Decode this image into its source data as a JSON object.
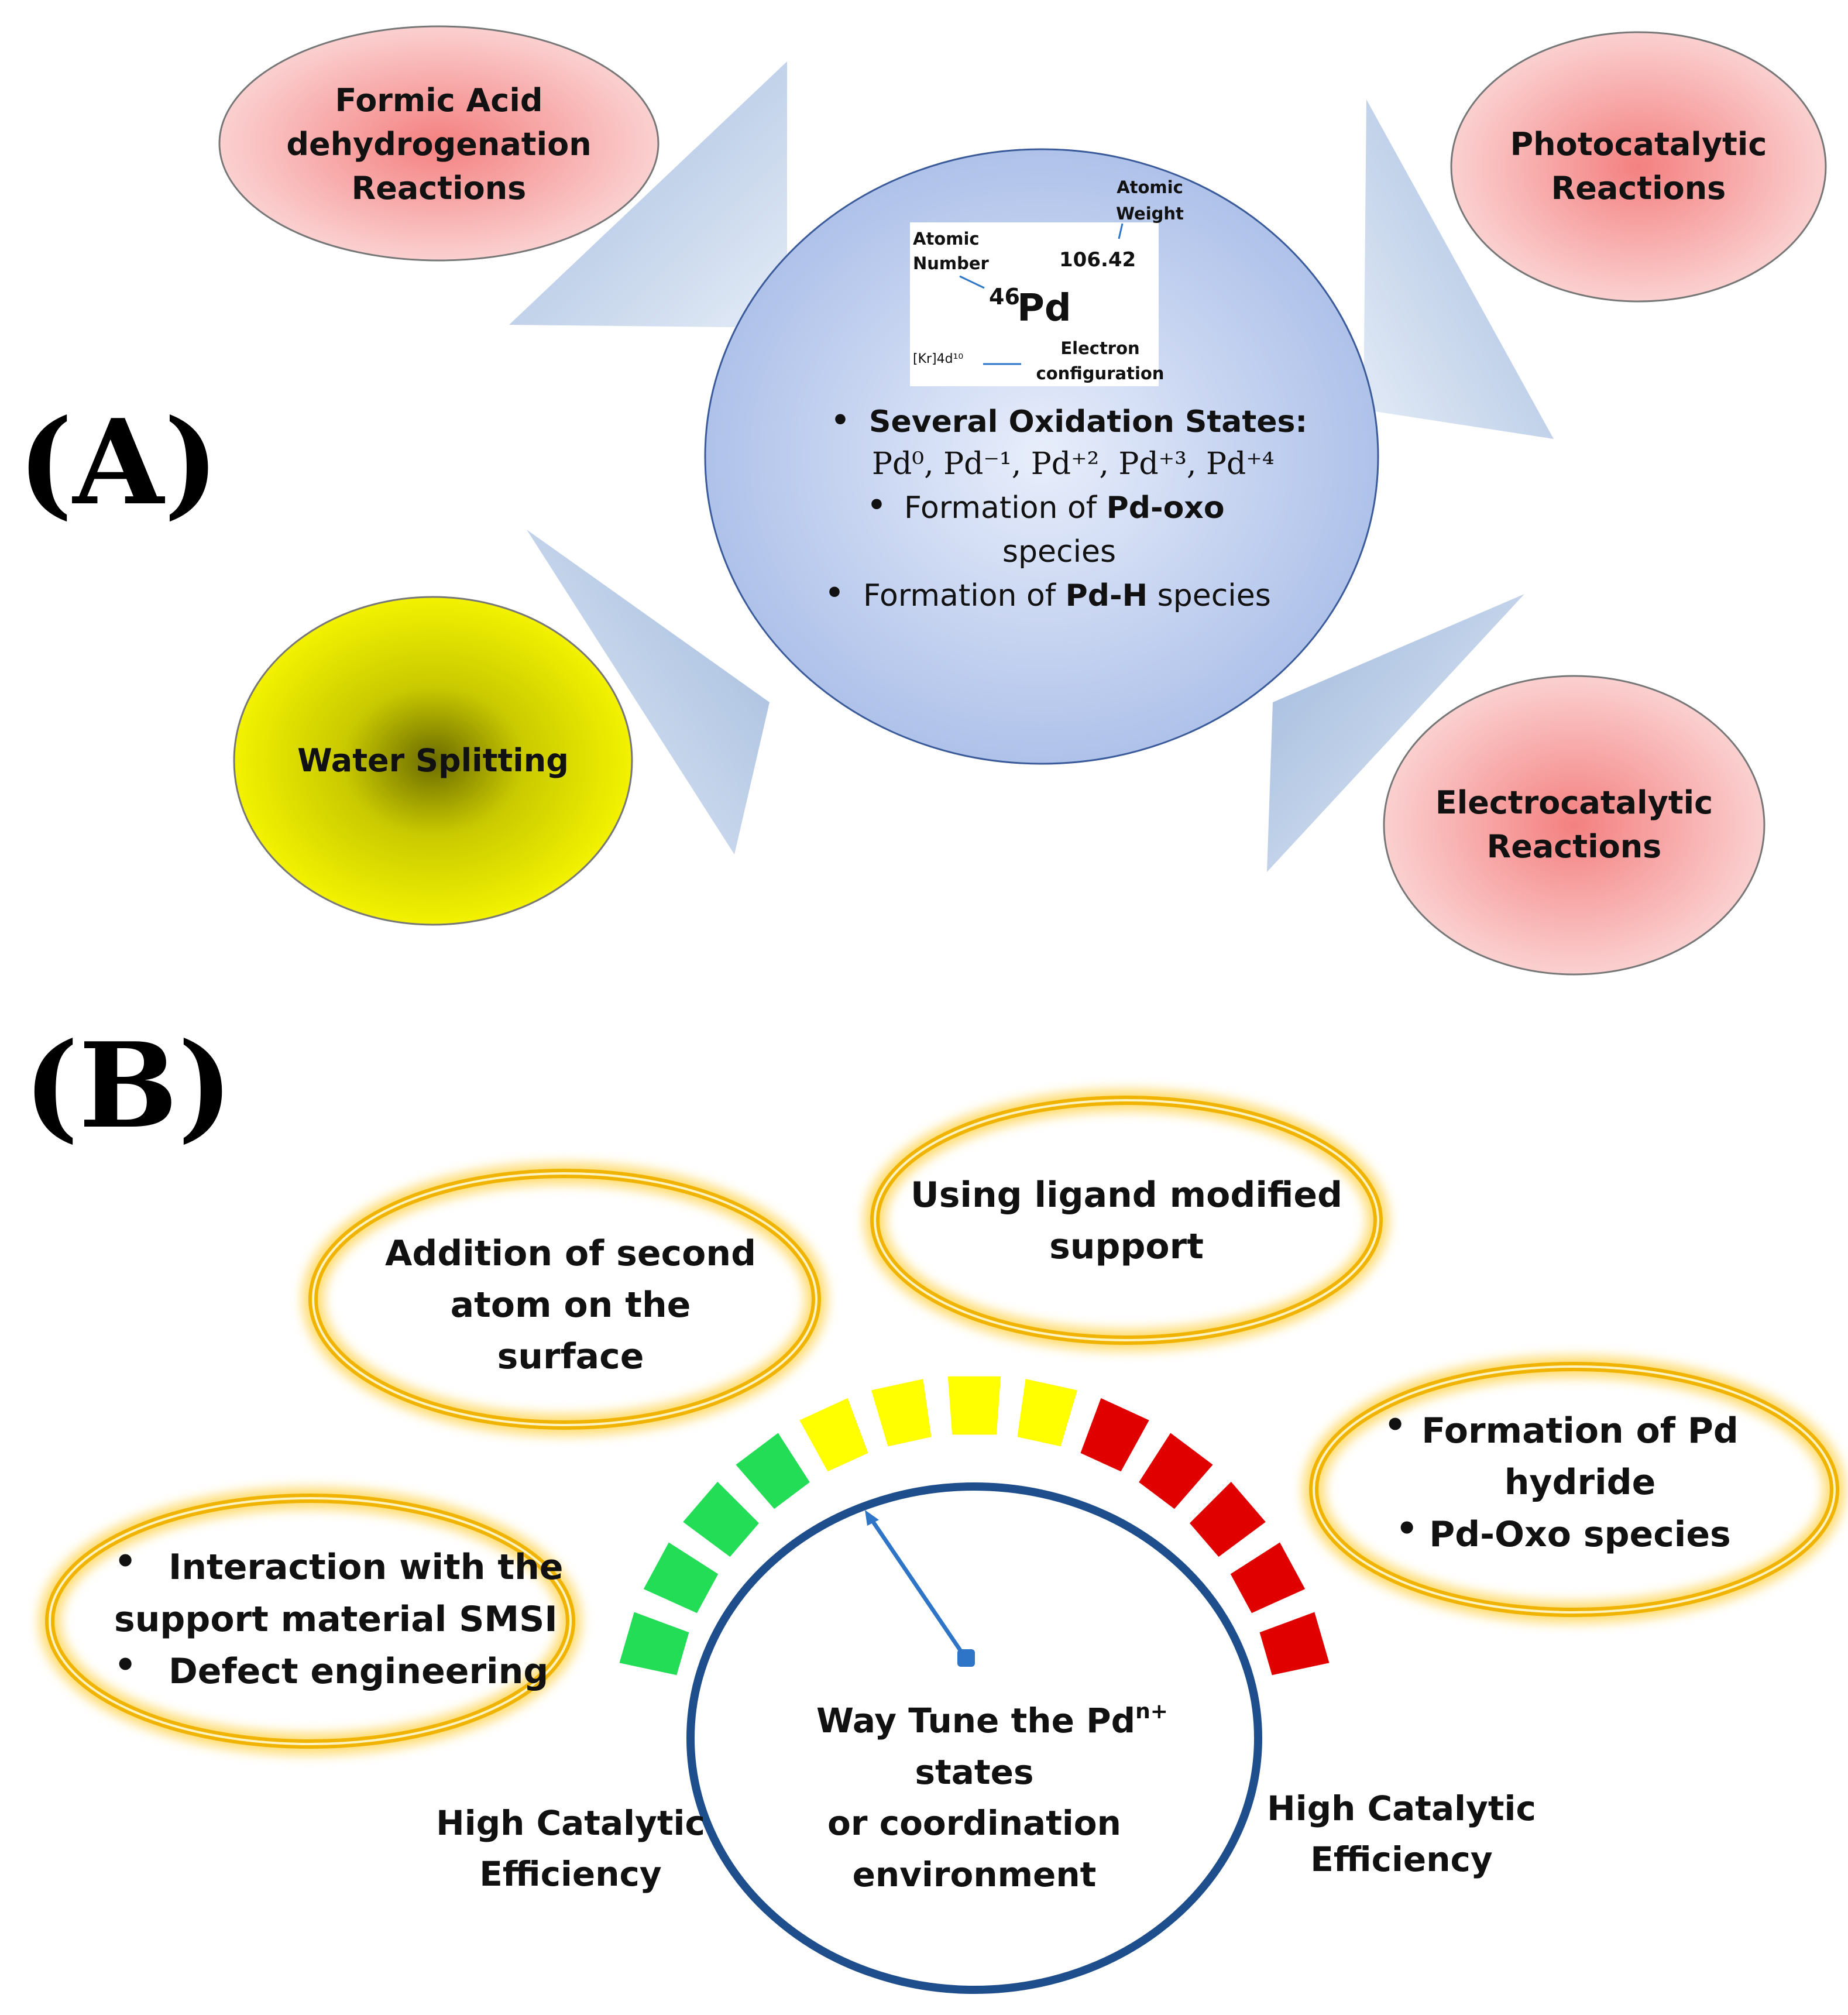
{
  "panel_a": {
    "label": "(A)",
    "ellipses": {
      "formic": [
        "Formic Acid",
        "dehydrogenation",
        "Reactions"
      ],
      "photo": [
        "Photocatalytic",
        "Reactions"
      ],
      "water": [
        "Water Splitting"
      ],
      "electro": [
        "Electrocatalytic",
        "Reactions"
      ]
    },
    "element_card": {
      "atomic_weight_label": [
        "Atomic",
        "Weight"
      ],
      "atomic_number_label": [
        "Atomic",
        "Number"
      ],
      "weight_value": "106.42",
      "mass_number": "46",
      "symbol": "Pd",
      "configuration_value": "[Kr]4d¹⁰",
      "configuration_label": [
        "Electron",
        "configuration"
      ]
    },
    "center": {
      "oxidation_heading": "Several Oxidation States:",
      "oxidation_states": "Pd⁰, Pd⁻¹, Pd⁺², Pd⁺³, Pd⁺⁴",
      "oxo_prefix": "Formation of ",
      "oxo_bold": "Pd-oxo",
      "oxo_suffix": "species",
      "h_prefix": "Formation of ",
      "h_bold": "Pd-H",
      "h_suffix": " species"
    },
    "colors": {
      "reaction_fill": "#f4a3a3",
      "water_fill": "#e6e600",
      "center_fill": "#b8c9ec",
      "arrow_fill": "#aec3df"
    }
  },
  "panel_b": {
    "label": "(B)",
    "rings": {
      "second_atom": [
        "Addition of second",
        "atom on the",
        "surface"
      ],
      "ligand": [
        "Using ligand modified",
        "support"
      ],
      "hydride": [
        "Formation of Pd",
        "hydride",
        "Pd-Oxo species"
      ],
      "support": [
        "Interaction with the",
        "support material SMSI",
        "Defect engineering"
      ]
    },
    "bullet": "•",
    "gauge_center": {
      "line1_prefix": "Way Tune the Pd",
      "line1_sup": "n+",
      "line2": "states",
      "line3": "or coordination",
      "line4": "environment"
    },
    "left_label": [
      "High Catalytic",
      "Efficiency"
    ],
    "right_label": [
      "High Catalytic",
      "Efficiency"
    ],
    "gauge_segment_colors": [
      "#22dd55",
      "#22dd55",
      "#22dd55",
      "#22dd55",
      "#ffff00",
      "#ffff00",
      "#ffff00",
      "#ffff00",
      "#e00000",
      "#e00000",
      "#e00000",
      "#e00000",
      "#e00000"
    ],
    "colors": {
      "ring": "#f0b400",
      "gauge_border": "#1f4e8c",
      "needle": "#2e75c8"
    }
  }
}
